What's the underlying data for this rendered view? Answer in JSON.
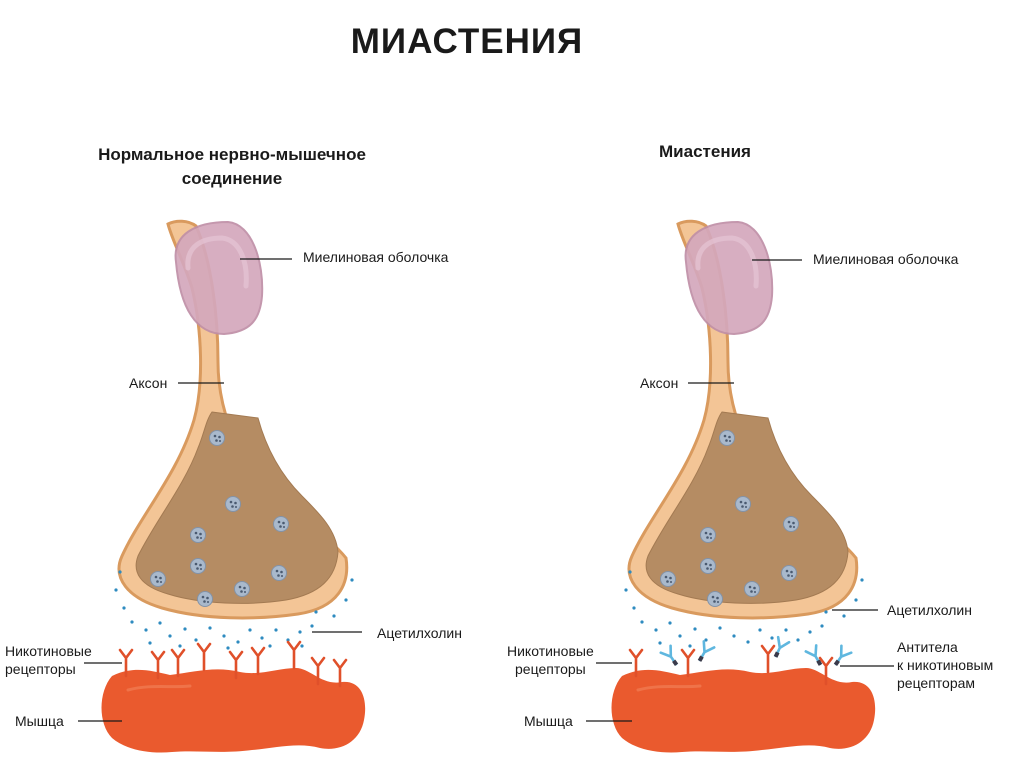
{
  "title": "МИАСТЕНИЯ",
  "left_panel": {
    "title": "Нормальное нервно-мышечное\nсоединение",
    "labels": {
      "myelin": "Миелиновая оболочка",
      "axon": "Аксон",
      "acetylcholine": "Ацетилхолин",
      "receptors": "Никотиновые\nрецепторы",
      "muscle": "Мышца"
    }
  },
  "right_panel": {
    "title": "Миастения",
    "labels": {
      "myelin": "Миелиновая оболочка",
      "axon": "Аксон",
      "acetylcholine": "Ацетилхолин",
      "receptors": "Никотиновые\nрецепторы",
      "muscle": "Мышца",
      "antibodies": "Антитела\nк никотиновым\nрецепторам"
    }
  },
  "colors": {
    "axon_fill": "#f3c596",
    "axon_stroke": "#d99a5e",
    "terminal_inner": "#b58c63",
    "myelin": "#d4a8bc",
    "vesicle": "#a9b9cc",
    "acetylcholine": "#2e8bc0",
    "muscle": "#ea5a2e",
    "receptor": "#e0502a",
    "antibody": "#5fb7df"
  }
}
